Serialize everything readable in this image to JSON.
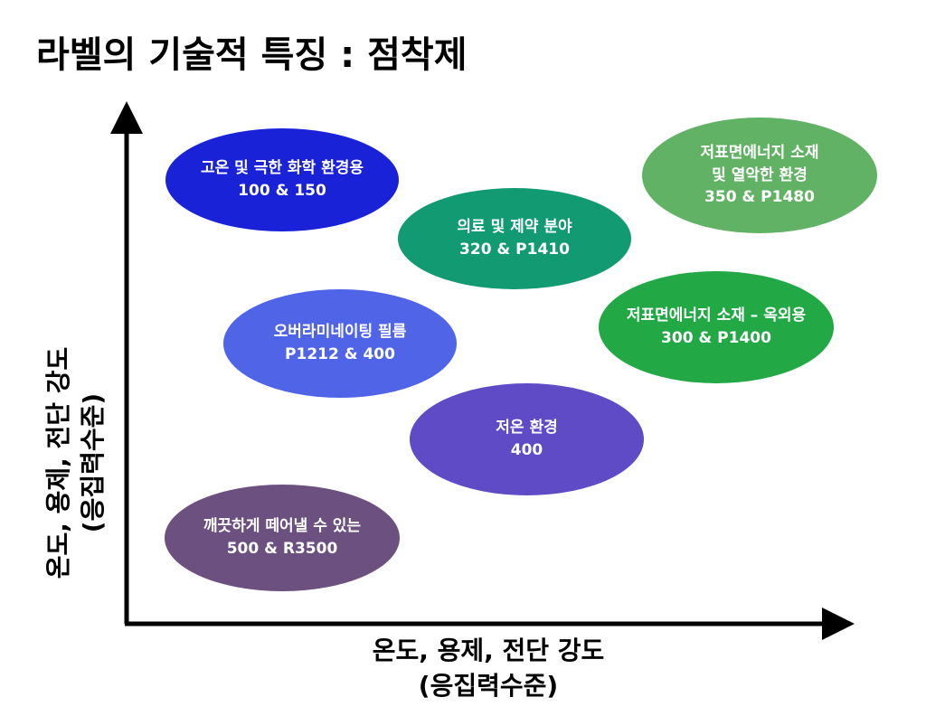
{
  "title": "라벨의 기술적 특징 : 점착제",
  "y_axis_label": [
    "온도, 용제, 전단 강도",
    "(응집력수준)"
  ],
  "x_axis_label": [
    "온도, 용제, 전단 강도",
    "(응집력수준)"
  ],
  "items": [
    {
      "lines": [
        "고온 및 극한 화학 환경용",
        "100 & 150"
      ],
      "color": "#1a22d8"
    },
    {
      "lines": [
        "의료 및 제약 분야",
        "320 & P1410"
      ],
      "color": "#129a72"
    },
    {
      "lines": [
        "저표면에너지 소재",
        "및 열악한 환경",
        "350 & P1480"
      ],
      "color": "#62b265"
    },
    {
      "lines": [
        "오버라미네이팅 필름",
        "P1212 & 400"
      ],
      "color": "#5064e8"
    },
    {
      "lines": [
        "저표면에너지 소재 – 옥외용",
        "300 & P1400"
      ],
      "color": "#22a844"
    },
    {
      "lines": [
        "저온 환경",
        "400"
      ],
      "color": "#5f4bc6"
    },
    {
      "lines": [
        "깨끗하게 떼어낼 수 있는",
        "500 & R3500"
      ],
      "color": "#6b5080"
    }
  ]
}
